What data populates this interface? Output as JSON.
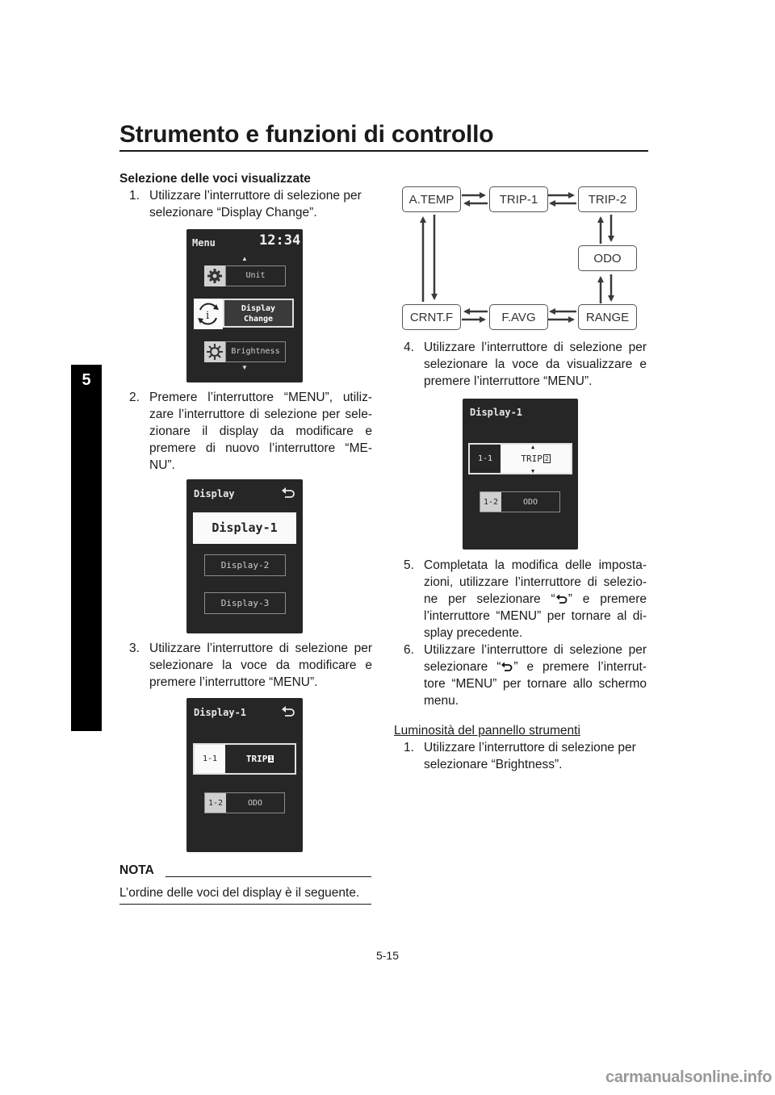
{
  "header": {
    "title": "Strumento e funzioni di controllo",
    "chapter": "5"
  },
  "left_column": {
    "section_heading": "Selezione delle voci visualizzate",
    "step1": {
      "num": "1.",
      "lines": [
        "Utilizzare l’interruttore di selezione per",
        "selezionare “Display Change”."
      ]
    },
    "step2": {
      "num": "2.",
      "lines": [
        "Premere l’interruttore “MENU”, utiliz-",
        "zare l’interruttore di selezione per sele-",
        "zionare il display da modificare e",
        "premere di nuovo l’interruttore “ME-",
        "NU”."
      ]
    },
    "step3": {
      "num": "3.",
      "lines": [
        "Utilizzare l’interruttore di selezione per",
        "selezionare la voce da modificare e",
        "premere l’interruttore “MENU”."
      ]
    },
    "nota": {
      "title": "NOTA",
      "text": "L’ordine delle voci del display è il seguente."
    }
  },
  "screen_menu": {
    "title": "Menu",
    "clock": "12:34",
    "items": [
      "Unit",
      "Display",
      "Change",
      "Brightness"
    ],
    "icons": [
      "gear-icon",
      "info-cycle-icon",
      "brightness-icon"
    ]
  },
  "screen_display": {
    "title": "Display",
    "items": [
      "Display-1",
      "Display-2",
      "Display-3"
    ]
  },
  "screen_display1_a": {
    "title": "Display-1",
    "rows": [
      {
        "slot": "1-1",
        "value": "TRIP",
        "badge": "1"
      },
      {
        "slot": "1-2",
        "value": "ODO"
      }
    ]
  },
  "diagram": {
    "nodes": [
      "A.TEMP",
      "TRIP-1",
      "TRIP-2",
      "ODO",
      "RANGE",
      "F.AVG",
      "CRNT.F"
    ]
  },
  "right_column": {
    "step4": {
      "num": "4.",
      "lines": [
        "Utilizzare l’interruttore di selezione per",
        "selezionare la voce da visualizzare e",
        "premere l’interruttore “MENU”."
      ]
    },
    "step5": {
      "num": "5.",
      "lines_a": "Completata la modifica delle imposta-",
      "lines_b": "zioni, utilizzare l’interruttore di selezio-",
      "line_c_pre": "ne per selezionare “",
      "line_c_post": "” e premere",
      "lines_d": "l’interruttore “MENU” per tornare al di-",
      "lines_e": "splay precedente."
    },
    "step6": {
      "num": "6.",
      "line_a": "Utilizzare l’interruttore di selezione per",
      "line_b_pre": "selezionare “",
      "line_b_post": "” e premere l’interrut-",
      "line_c": "tore “MENU” per tornare allo schermo",
      "line_d": "menu."
    },
    "sub_heading": "Luminosità del pannello strumenti",
    "step_b1": {
      "num": "1.",
      "lines": [
        "Utilizzare l’interruttore di selezione per",
        "selezionare “Brightness”."
      ]
    }
  },
  "screen_display1_b": {
    "title": "Display-1",
    "rows": [
      {
        "slot": "1-1",
        "value": "TRIP",
        "badge": "2"
      },
      {
        "slot": "1-2",
        "value": "ODO"
      }
    ]
  },
  "footer": {
    "page_number": "5-15",
    "watermark": "carmanualsonline.info"
  }
}
